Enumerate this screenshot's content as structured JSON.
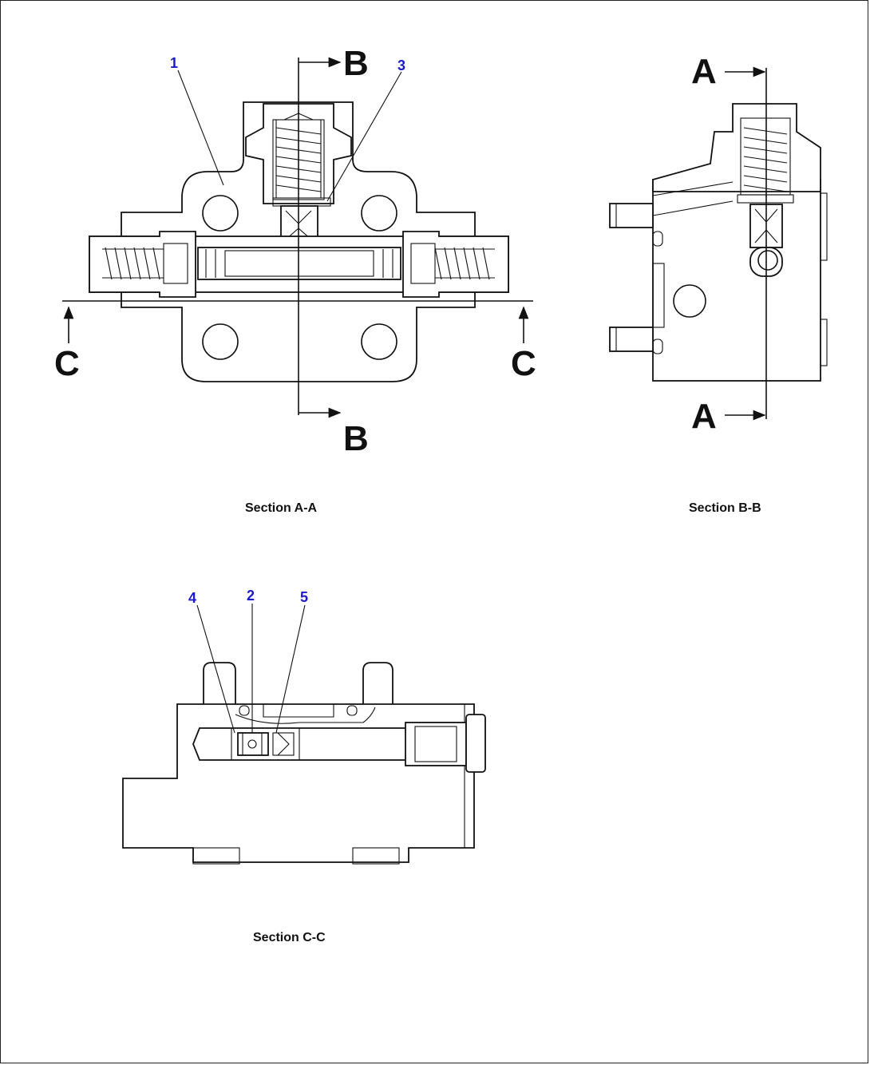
{
  "callouts": [
    "1",
    "2",
    "3",
    "4",
    "5"
  ],
  "section_letters": {
    "a": "A",
    "b": "B",
    "c": "C"
  },
  "captions": {
    "section_aa": "Section A-A",
    "section_bb": "Section B-B",
    "section_cc": "Section C-C"
  },
  "colors": {
    "line": "#111111",
    "callout": "#1a1acc",
    "background": "#ffffff"
  }
}
